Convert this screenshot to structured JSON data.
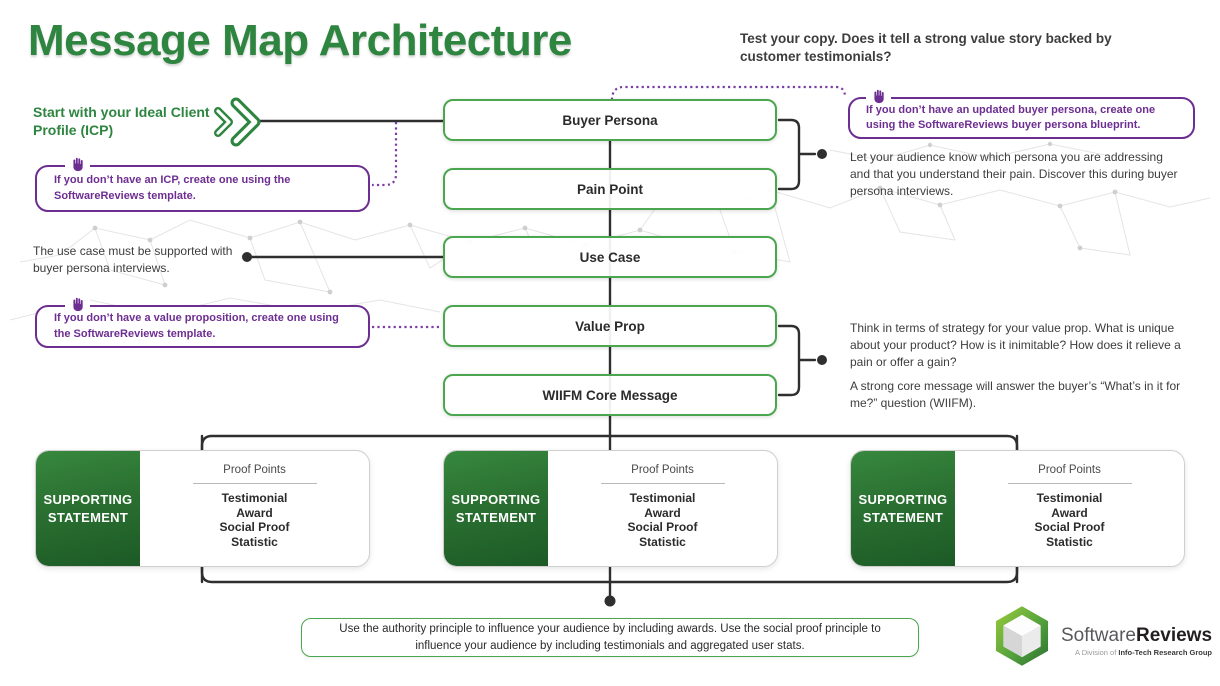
{
  "title": "Message Map Architecture",
  "tagline": "Test your copy. Does it tell a strong value story backed by customer testimonials?",
  "start_label": "Start with your Ideal Client Profile (ICP)",
  "flow": {
    "boxes": [
      {
        "label": "Buyer Persona"
      },
      {
        "label": "Pain Point"
      },
      {
        "label": "Use Case"
      },
      {
        "label": "Value Prop"
      },
      {
        "label": "WIIFM Core Message"
      }
    ]
  },
  "callouts": [
    {
      "icon": "hand-icon",
      "text": "If you don’t have an ICP, create one using the SoftwareReviews template."
    },
    {
      "icon": "hand-icon",
      "text": "If you don’t have an updated buyer persona, create one using the SoftwareReviews buyer persona blueprint."
    },
    {
      "icon": "hand-icon",
      "text": "If you don’t have a value proposition, create one using the SoftwareReviews template."
    }
  ],
  "notes": {
    "use_case": "The use case must be supported with buyer persona interviews.",
    "buyer_persona": "Let your audience know which persona you are addressing and that you understand their pain. Discover this during buyer persona interviews.",
    "value_prop": "Think in terms of strategy for your value prop. What is unique about your product? How is it inimitable? How does it relieve a pain or offer a gain?",
    "core_message": "A strong core message will answer the buyer’s “What’s in it for me?” question (WIIFM)."
  },
  "supporting": {
    "cards": [
      {
        "panel": "SUPPORTING STATEMENT",
        "proof_title": "Proof Points",
        "items": [
          "Testimonial",
          "Award",
          "Social Proof",
          "Statistic"
        ]
      },
      {
        "panel": "SUPPORTING STATEMENT",
        "proof_title": "Proof Points",
        "items": [
          "Testimonial",
          "Award",
          "Social Proof",
          "Statistic"
        ]
      },
      {
        "panel": "SUPPORTING STATEMENT",
        "proof_title": "Proof Points",
        "items": [
          "Testimonial",
          "Award",
          "Social Proof",
          "Statistic"
        ]
      }
    ]
  },
  "footer_note": "Use the authority principle to influence your audience by including awards. Use the social proof principle to influence your audience by including testimonials and aggregated user stats.",
  "logo": {
    "brand_regular": "Software",
    "brand_bold": "Reviews",
    "division_prefix": "A Division of ",
    "division_name": "Info-Tech Research Group"
  },
  "colors": {
    "brand_green": "#2e8540",
    "box_border_green": "#4ba64f",
    "purple": "#6d2e91",
    "line_dark": "#2f2f2f",
    "panel_green_top": "#37883e",
    "panel_green_bottom": "#1d5a26"
  }
}
